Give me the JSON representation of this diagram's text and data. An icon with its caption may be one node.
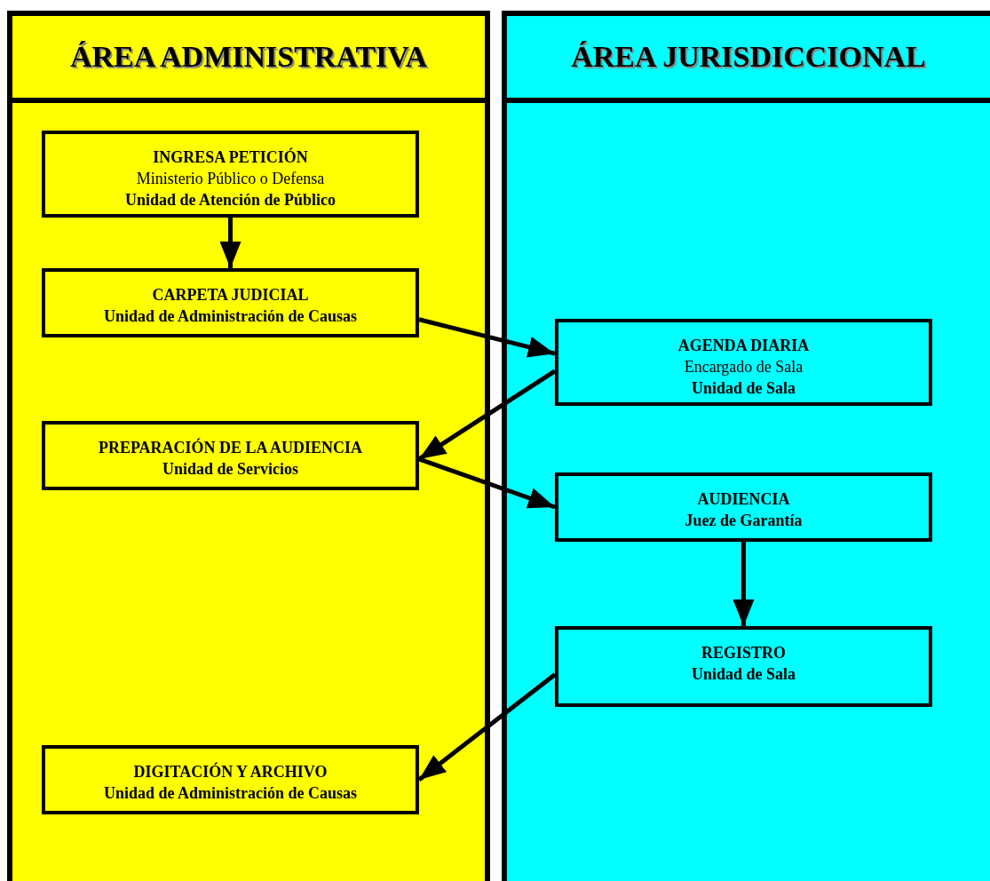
{
  "diagram": {
    "nodes": [
      {
        "text": [
          "ÁREA ADMINISTRATIVA"
        ]
      },
      {
        "text": [
          "INGRESA PETICIÓN",
          "Ministerio Público o Defensa",
          "Unidad de Atención de Público"
        ],
        "in": 0
      },
      {
        "text": [
          "CARPETA JUDICIAL",
          "Unidad de Administración de Causas"
        ],
        "in": 0
      },
      {
        "text": [
          "PREPARACIÓN DE LA AUDIENCIA",
          "Unidad de Servicios"
        ],
        "in": 0
      },
      {
        "text": [
          "DIGITACIÓN Y ARCHIVO",
          "Unidad de Administración de Causas"
        ],
        "in": 0
      },
      {
        "text": [
          "ÁREA JURISDICCIONAL"
        ]
      },
      {
        "text": [
          "AGENDA DIARIA",
          "Encargado de Sala",
          "Unidad de Sala"
        ],
        "in": 5
      },
      {
        "text": [
          "AUDIENCIA",
          "Juez de Garantía"
        ],
        "in": 5
      },
      {
        "text": [
          "REGISTRO",
          "Unidad de Sala"
        ],
        "in": 5
      }
    ],
    "edges": [
      {
        "from": 1,
        "to": 2,
        "arrow": "to"
      },
      {
        "from": 2,
        "to": 6,
        "arrow": "to"
      },
      {
        "from": 6,
        "to": 3,
        "arrow": "to"
      },
      {
        "from": 3,
        "to": 7,
        "arrow": "to"
      },
      {
        "from": 7,
        "to": 8,
        "arrow": "to"
      },
      {
        "from": 8,
        "to": 4,
        "arrow": "to"
      }
    ]
  }
}
